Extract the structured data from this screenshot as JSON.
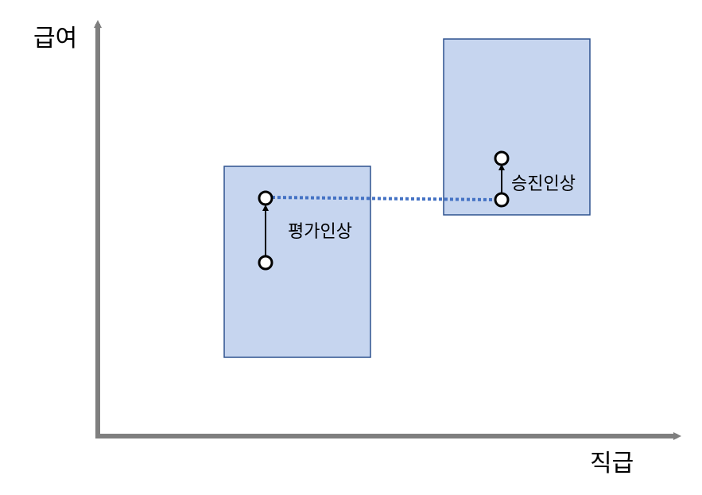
{
  "axes": {
    "y_label": "급여",
    "x_label": "직급"
  },
  "labels": {
    "evaluation_raise": "평가인상",
    "promotion_raise": "승진인상"
  },
  "colors": {
    "axis": "#7f7f7f",
    "band_fill": "#c6d5ef",
    "band_stroke": "#2f528f",
    "dotted_link": "#4472c4",
    "arrow": "#000000",
    "marker_fill": "#ffffff",
    "marker_stroke": "#000000"
  }
}
